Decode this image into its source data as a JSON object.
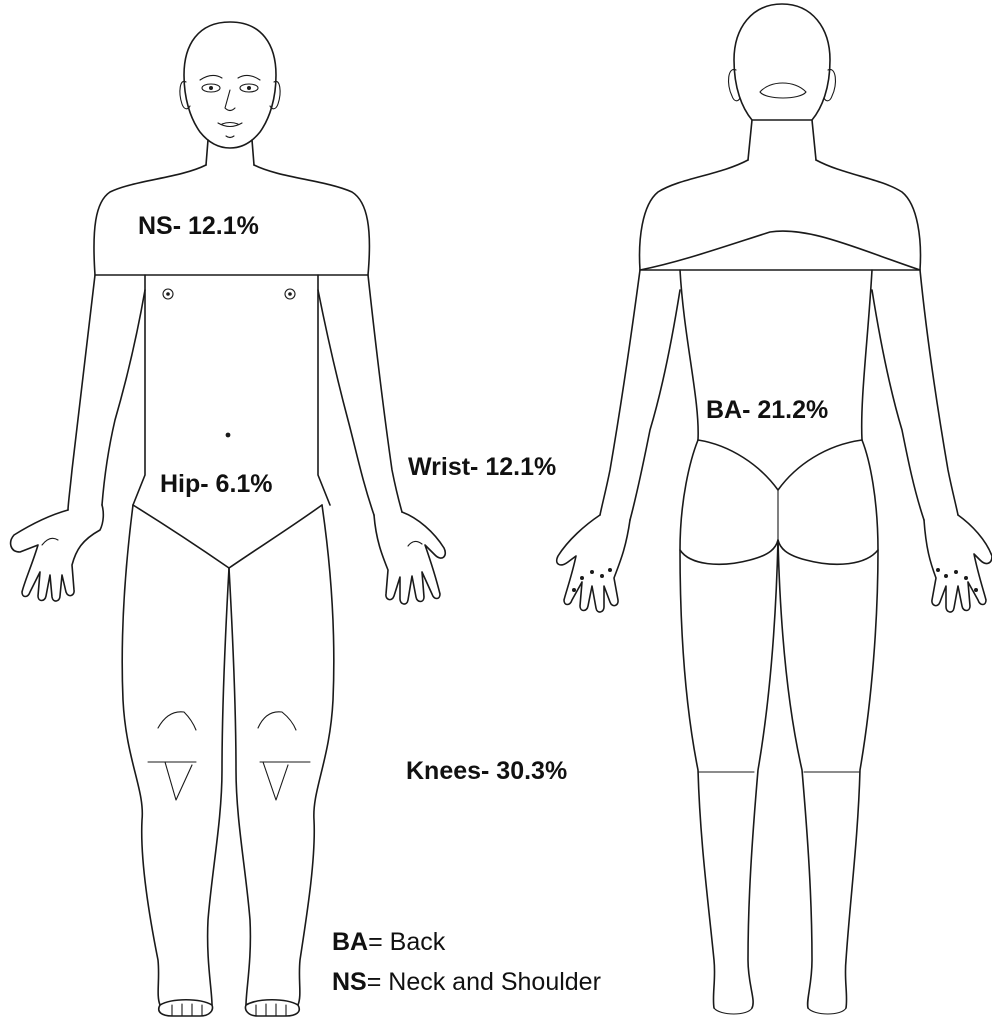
{
  "regions": {
    "neck_shoulder": "NS- 12.1%",
    "hip": "Hip- 6.1%",
    "wrist": "Wrist- 12.1%",
    "back": "BA- 21.2%",
    "knees": "Knees- 30.3%"
  },
  "legend": [
    {
      "abbr": "BA",
      "text": "= Back"
    },
    {
      "abbr": "NS",
      "text": "= Neck and Shoulder"
    }
  ]
}
